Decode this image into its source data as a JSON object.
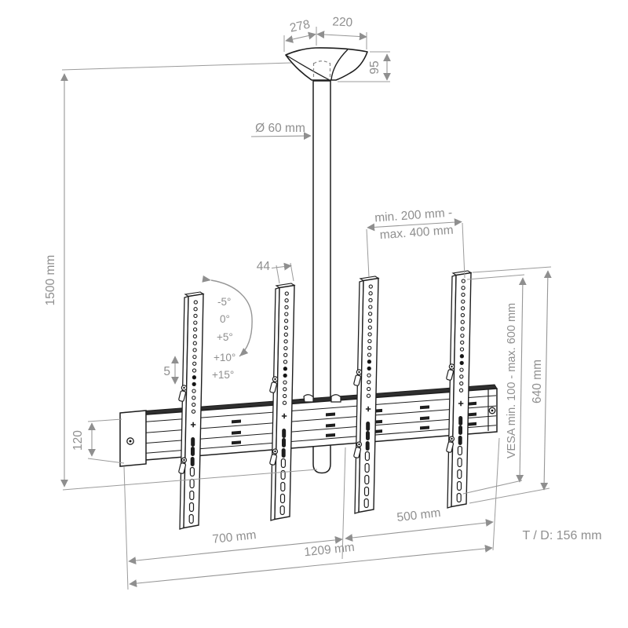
{
  "diagram": {
    "title": "ceiling-tv-mount-technical-drawing",
    "colors": {
      "line": "#1e1e1e",
      "dimension": "#969696",
      "background": "#ffffff"
    },
    "dimensions": {
      "plate_left_width": "278",
      "plate_right_width": "220",
      "plate_height": "95",
      "pole_diameter": "Ø 60 mm",
      "drop_height": "1500 mm",
      "bracket_pair_spacing_line1": "min. 200 mm -",
      "bracket_pair_spacing_line2": "max. 400 mm",
      "bracket_width": "44",
      "fine_height_adjust": "5",
      "rail_profile_height": "120",
      "vesa_range": "VESA min. 100 - max. 600 mm",
      "bracket_length": "640 mm",
      "right_center_span": "500 mm",
      "left_center_span": "700 mm",
      "overall_rail_width": "1209 mm",
      "depth": "T / D: 156 mm"
    },
    "tilt_angles": [
      "-5°",
      "0°",
      "+5°",
      "+10°",
      "+15°"
    ]
  }
}
